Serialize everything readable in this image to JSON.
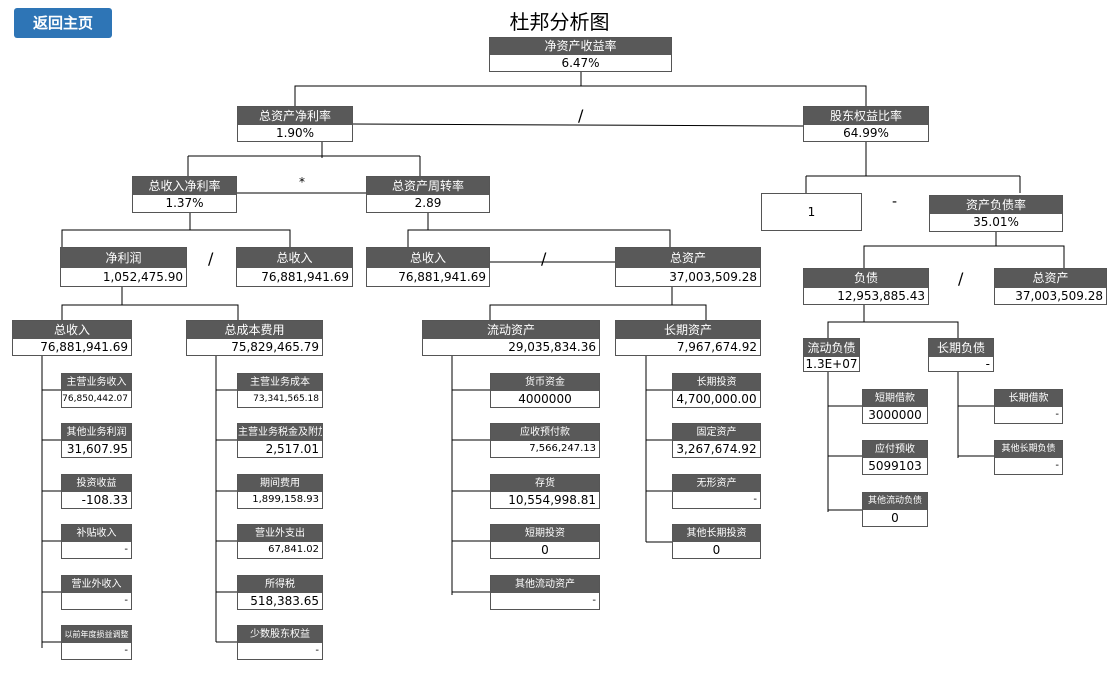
{
  "header": {
    "back_label": "返回主页",
    "page_title": "杜邦分析图"
  },
  "nodes": {
    "roe": {
      "label": "净资产收益率",
      "value": "6.47%"
    },
    "roa": {
      "label": "总资产净利率",
      "value": "1.90%"
    },
    "equity_ratio": {
      "label": "股东权益比率",
      "value": "64.99%"
    },
    "net_margin": {
      "label": "总收入净利率",
      "value": "1.37%"
    },
    "asset_turnover": {
      "label": "总资产周转率",
      "value": "2.89"
    },
    "one": {
      "value": "1"
    },
    "debt_ratio": {
      "label": "资产负债率",
      "value": "35.01%"
    },
    "net_profit": {
      "label": "净利润",
      "value": "1,052,475.90"
    },
    "revenue_a": {
      "label": "总收入",
      "value": "76,881,941.69"
    },
    "revenue_b": {
      "label": "总收入",
      "value": "76,881,941.69"
    },
    "total_assets_a": {
      "label": "总资产",
      "value": "37,003,509.28"
    },
    "liabilities": {
      "label": "负债",
      "value": "12,953,885.43"
    },
    "total_assets_b": {
      "label": "总资产",
      "value": "37,003,509.28"
    },
    "revenue_c": {
      "label": "总收入",
      "value": "76,881,941.69"
    },
    "total_cost": {
      "label": "总成本费用",
      "value": "75,829,465.79"
    },
    "current_assets": {
      "label": "流动资产",
      "value": "29,035,834.36"
    },
    "long_term_assets": {
      "label": "长期资产",
      "value": "7,967,674.92"
    },
    "current_liab": {
      "label": "流动负债",
      "value": "1.3E+07"
    },
    "long_term_liab": {
      "label": "长期负债",
      "value": "-"
    },
    "main_revenue": {
      "label": "主营业务收入",
      "value": "76,850,442.07"
    },
    "other_profit": {
      "label": "其他业务利润",
      "value": "31,607.95"
    },
    "invest_income": {
      "label": "投资收益",
      "value": "-108.33"
    },
    "subsidy": {
      "label": "补贴收入",
      "value": "-"
    },
    "non_op_income": {
      "label": "营业外收入",
      "value": "-"
    },
    "prior_adj": {
      "label": "以前年度损益调整",
      "value": "-"
    },
    "main_cost": {
      "label": "主营业务成本",
      "value": "73,341,565.18"
    },
    "main_tax": {
      "label": "主营业务税金及附加",
      "value": "2,517.01"
    },
    "period_exp": {
      "label": "期间费用",
      "value": "1,899,158.93"
    },
    "non_op_exp": {
      "label": "营业外支出",
      "value": "67,841.02"
    },
    "income_tax": {
      "label": "所得税",
      "value": "518,383.65"
    },
    "minority": {
      "label": "少数股东权益",
      "value": "-"
    },
    "cash": {
      "label": "货币资金",
      "value": "4000000"
    },
    "receivables": {
      "label": "应收预付款",
      "value": "7,566,247.13"
    },
    "inventory": {
      "label": "存货",
      "value": "10,554,998.81"
    },
    "st_invest": {
      "label": "短期投资",
      "value": "0"
    },
    "other_current": {
      "label": "其他流动资产",
      "value": "-"
    },
    "lt_invest": {
      "label": "长期投资",
      "value": "4,700,000.00"
    },
    "fixed_assets": {
      "label": "固定资产",
      "value": "3,267,674.92"
    },
    "intangible": {
      "label": "无形资产",
      "value": "-"
    },
    "other_lt_invest": {
      "label": "其他长期投资",
      "value": "0"
    },
    "st_loan": {
      "label": "短期借款",
      "value": "3000000"
    },
    "payable": {
      "label": "应付预收",
      "value": "5099103"
    },
    "other_current_liab": {
      "label": "其他流动负债",
      "value": "0"
    },
    "lt_loan": {
      "label": "长期借款",
      "value": "-"
    },
    "other_lt_liab": {
      "label": "其他长期负债",
      "value": "-"
    }
  },
  "operators": {
    "divide": "/",
    "multiply": "*",
    "minus": "-"
  }
}
